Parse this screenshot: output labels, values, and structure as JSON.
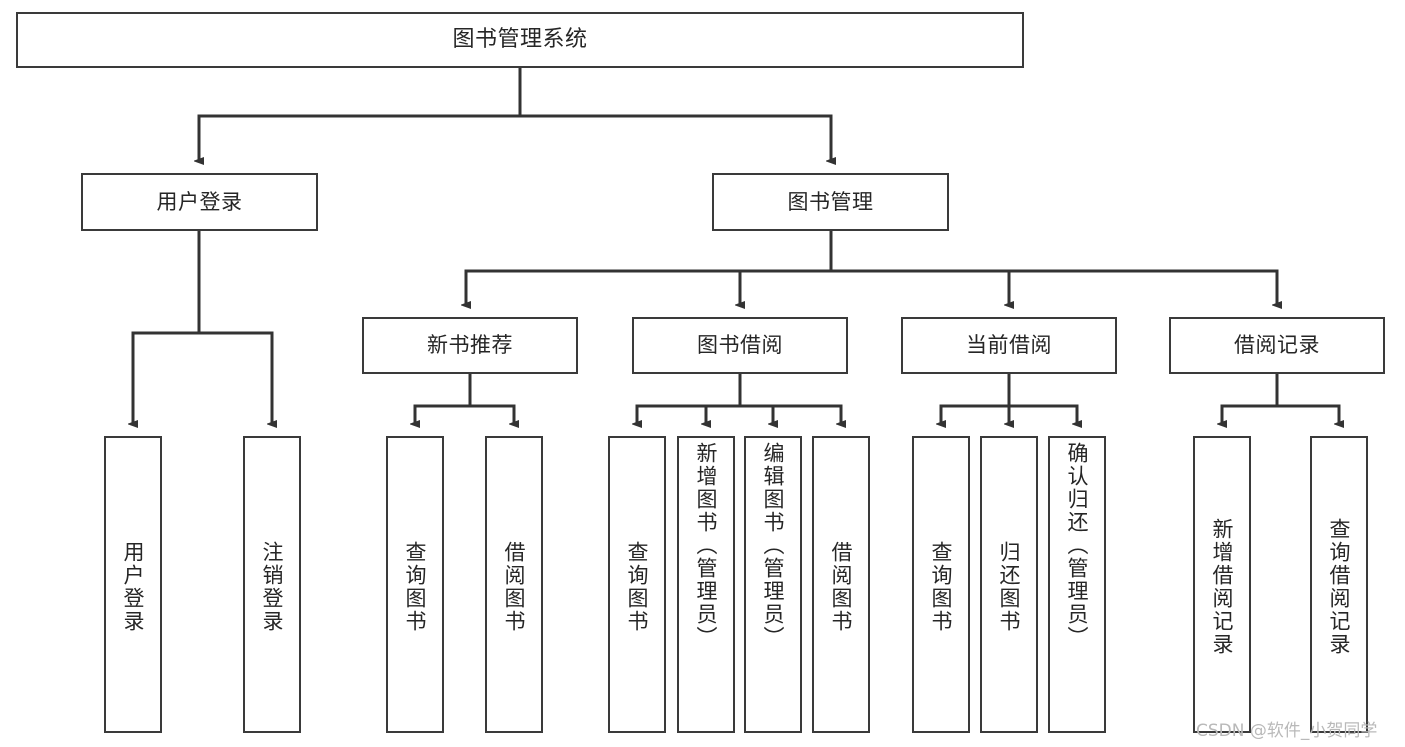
{
  "diagram": {
    "title": "图书管理系统",
    "type": "tree-hierarchy",
    "watermark": "CSDN @软件_小贺同学",
    "colors": {
      "background": "#ffffff",
      "box_border": "#3a3a3a",
      "box_fill": "#ffffff",
      "edge": "#333333",
      "text": "#262626",
      "watermark": "#b9b9b9"
    },
    "levels": {
      "root": [
        "图书管理系统"
      ],
      "level2": [
        "用户登录",
        "图书管理"
      ],
      "level3": [
        "新书推荐",
        "图书借阅",
        "当前借阅",
        "借阅记录"
      ],
      "leaves": [
        "用户登录",
        "注销登录",
        "查询图书",
        "借阅图书",
        "查询图书",
        "新增图书（管理员）",
        "编辑图书（管理员）",
        "借阅图书",
        "查询图书",
        "归还图书",
        "确认归还（管理员）",
        "新增借阅记录",
        "查询借阅记录"
      ]
    },
    "nodes": {
      "root": {
        "label": "图书管理系统"
      },
      "user_login": {
        "label": "用户登录"
      },
      "book_manage": {
        "label": "图书管理"
      },
      "new_book_rec": {
        "label": "新书推荐"
      },
      "book_borrow": {
        "label": "图书借阅"
      },
      "current_borrow": {
        "label": "当前借阅"
      },
      "borrow_record": {
        "label": "借阅记录"
      },
      "leaf_user_login": {
        "label": "用户登录"
      },
      "leaf_user_logout": {
        "label": "注销登录"
      },
      "leaf_query_book_1": {
        "label": "查询图书"
      },
      "leaf_borrow_book_1": {
        "label": "借阅图书"
      },
      "leaf_query_book_2": {
        "label": "查询图书"
      },
      "leaf_add_book_admin": {
        "label": "新增图书（管理员）"
      },
      "leaf_edit_book_admin": {
        "label": "编辑图书（管理员）"
      },
      "leaf_borrow_book_2": {
        "label": "借阅图书"
      },
      "leaf_query_book_3": {
        "label": "查询图书"
      },
      "leaf_return_book": {
        "label": "归还图书"
      },
      "leaf_confirm_return_admin": {
        "label": "确认归还（管理员）"
      },
      "leaf_add_borrow_record": {
        "label": "新增借阅记录"
      },
      "leaf_query_borrow_record": {
        "label": "查询借阅记录"
      }
    }
  }
}
